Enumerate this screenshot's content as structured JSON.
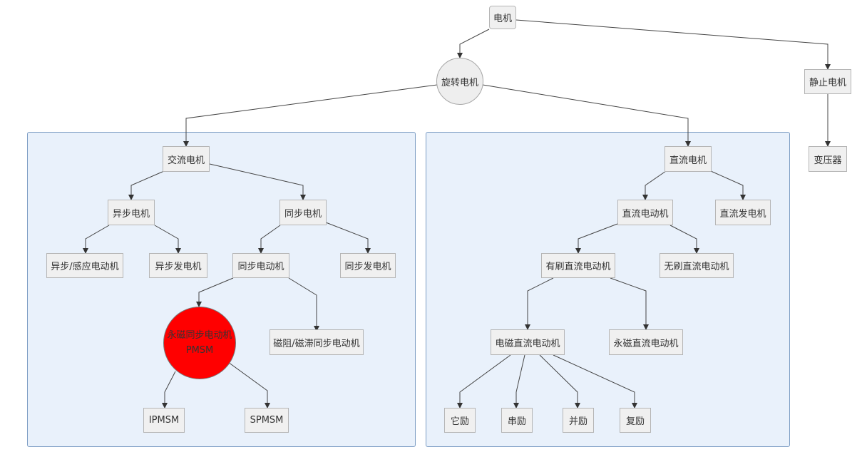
{
  "colors": {
    "panel_bg": "#e9f1fb",
    "panel_border": "#7d9dc4",
    "node_bg": "#f0f0f0",
    "highlight": "#ff0000"
  },
  "nodes": {
    "motor": "电机",
    "rotating": "旋转电机",
    "static": "静止电机",
    "transformer": "变压器",
    "ac": "交流电机",
    "dc": "直流电机",
    "async": "异步电机",
    "sync": "同步电机",
    "async_motor": "异步/感应电动机",
    "async_gen": "异步发电机",
    "sync_motor": "同步电动机",
    "sync_gen": "同步发电机",
    "pmsm_line1": "永磁同步电动机",
    "pmsm_line2": "PMSM",
    "reluctance": "磁阻/磁滞同步电动机",
    "ipmsm": "IPMSM",
    "spmsm": "SPMSM",
    "dc_motor": "直流电动机",
    "dc_gen": "直流发电机",
    "brushed": "有刷直流电动机",
    "brushless": "无刷直流电动机",
    "em_dc": "电磁直流电动机",
    "pm_dc": "永磁直流电动机",
    "separate": "它励",
    "series": "串励",
    "shunt": "并励",
    "compound": "复励"
  }
}
